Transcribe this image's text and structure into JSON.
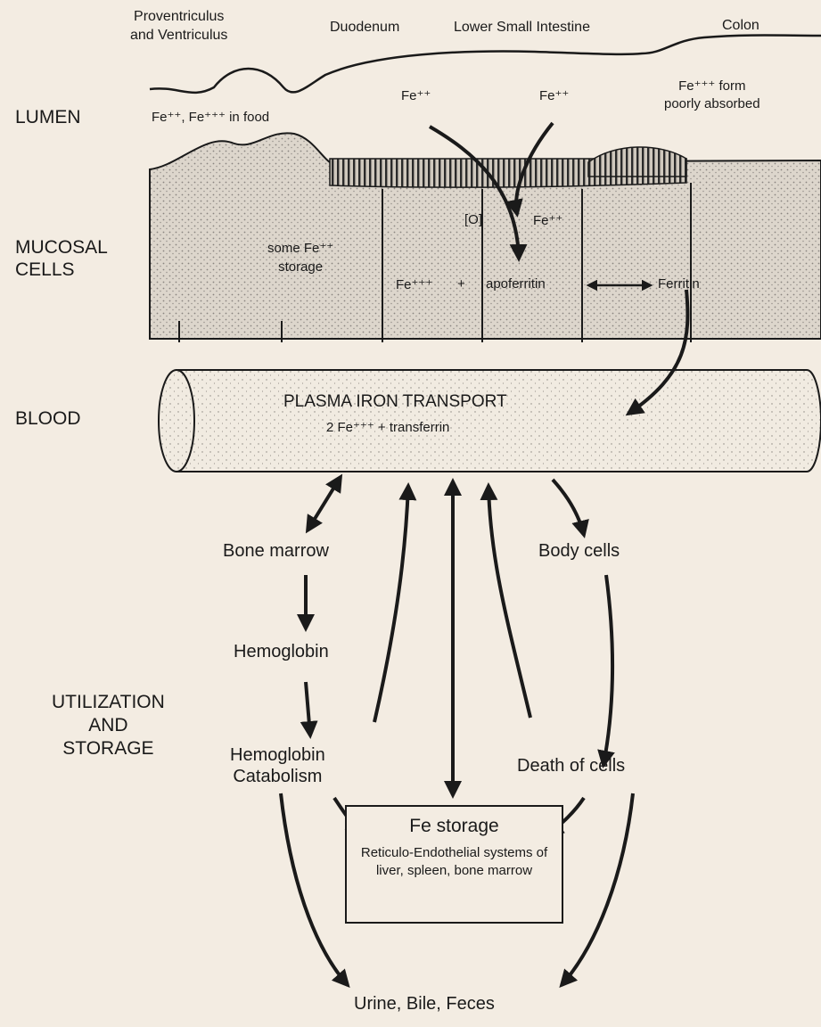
{
  "segments": {
    "proventriculus": "Proventriculus\nand Ventriculus",
    "duodenum": "Duodenum",
    "lower_small_intestine": "Lower Small Intestine",
    "colon": "Colon"
  },
  "side_labels": {
    "lumen": "LUMEN",
    "mucosal_cells": "MUCOSAL\nCELLS",
    "blood": "BLOOD",
    "utilization": "UTILIZATION\nAND\nSTORAGE"
  },
  "lumen_text": {
    "food_iron": "Fe⁺⁺, Fe⁺⁺⁺ in food",
    "fe2_left": "Fe⁺⁺",
    "fe2_right": "Fe⁺⁺",
    "colon_note": "Fe⁺⁺⁺ form\npoorly absorbed"
  },
  "mucosal_text": {
    "some_storage": "some Fe⁺⁺\nstorage",
    "oxidation": "[O]",
    "fe2": "Fe⁺⁺",
    "fe3": "Fe⁺⁺⁺",
    "plus": "+",
    "apoferritin": "apoferritin",
    "ferritin": "Ferritin"
  },
  "blood_text": {
    "title": "PLASMA IRON TRANSPORT",
    "equation": "2 Fe⁺⁺⁺  +  transferrin"
  },
  "flow": {
    "bone_marrow": "Bone marrow",
    "hemoglobin": "Hemoglobin",
    "hemoglobin_catabolism": "Hemoglobin\nCatabolism",
    "body_cells": "Body cells",
    "death_of_cells": "Death of cells",
    "excretion": "Urine, Bile, Feces"
  },
  "storage": {
    "title": "Fe storage",
    "description": "Reticulo-Endothelial systems of liver, spleen, bone marrow"
  }
}
